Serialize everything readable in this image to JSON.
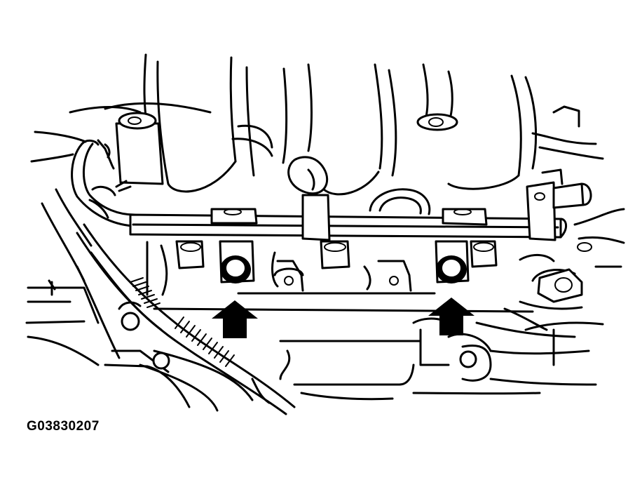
{
  "figure": {
    "id_label": "G03830207",
    "stroke_color": "#000000",
    "background_color": "#ffffff",
    "arrow_color": "#000000",
    "callouts": [
      {
        "name": "left-mounting-bolt",
        "pointer": "up-arrow"
      },
      {
        "name": "right-mounting-bolt",
        "pointer": "up-arrow"
      }
    ]
  }
}
